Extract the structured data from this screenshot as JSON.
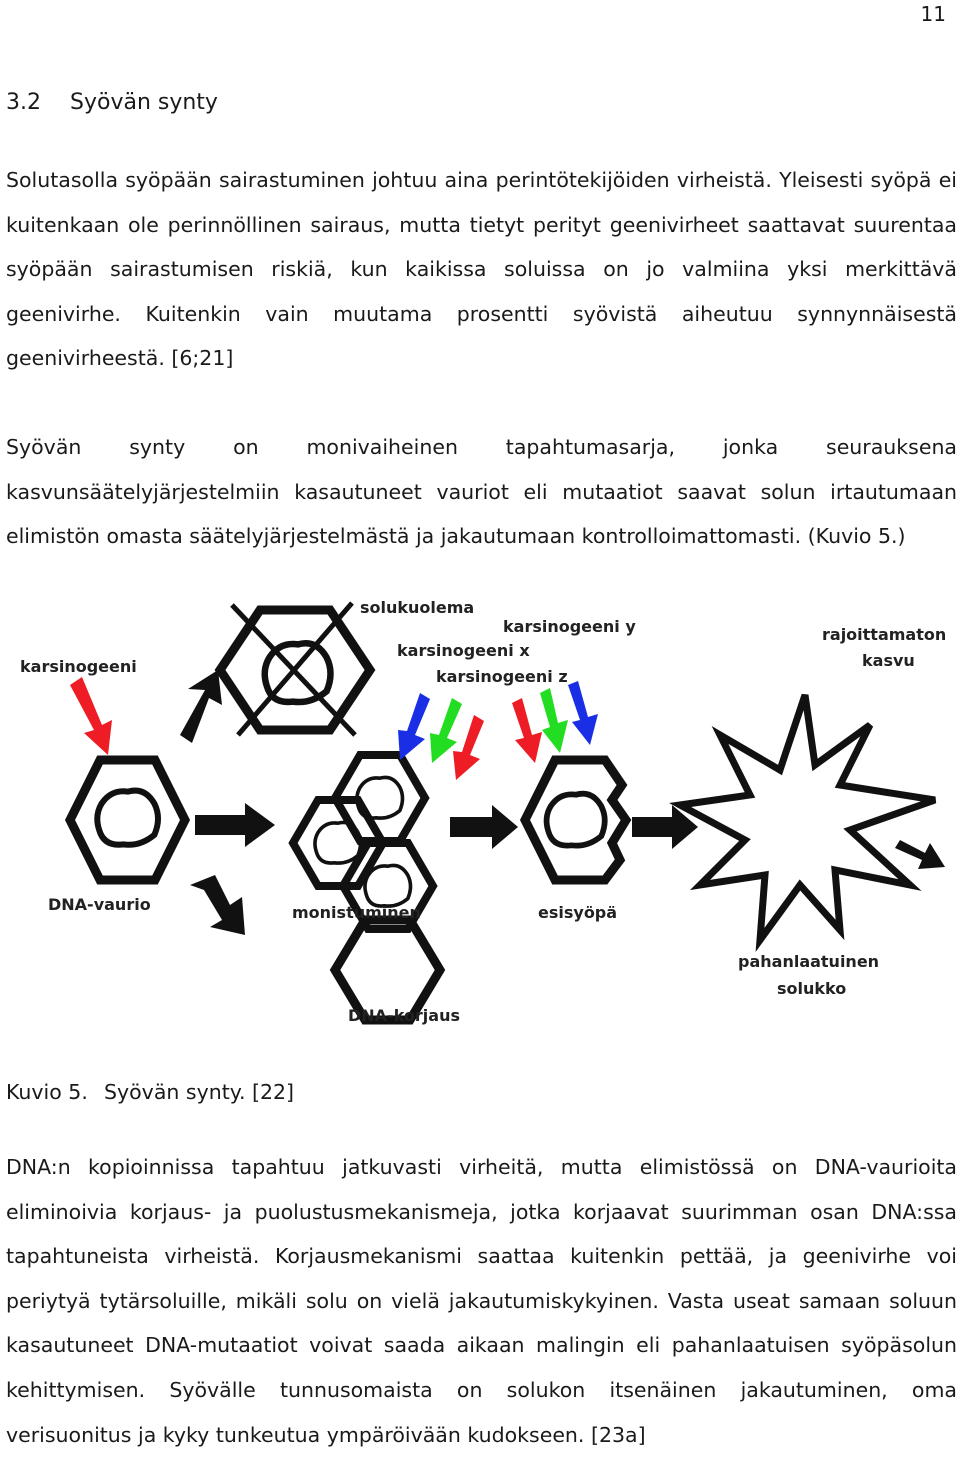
{
  "page_number": "11",
  "section": {
    "number": "3.2",
    "title": "Syövän synty"
  },
  "paragraphs": [
    "Solutasolla syöpään sairastuminen johtuu aina perintötekijöiden virheistä. Yleisesti syöpä ei kuitenkaan ole perinnöllinen sairaus, mutta tietyt perityt geenivirheet saattavat suurentaa syöpään sairastumisen riskiä, kun kaikissa soluissa on jo valmiina yksi merkittävä geenivirhe. Kuitenkin vain muutama prosentti syövistä aiheutuu synnynnäisestä geenivirheestä. [6;21]",
    "Syövän synty on monivaiheinen tapahtumasarja, jonka seurauksena kasvunsäätelyjärjestelmiin kasautuneet vauriot eli mutaatiot saavat solun irtautumaan elimistön omasta säätelyjärjestelmästä ja jakautumaan kontrolloimattomasti. (Kuvio 5.)",
    "DNA:n kopioinnissa tapahtuu jatkuvasti virheitä, mutta elimistössä on DNA-vaurioita eliminoivia korjaus- ja puolustusmekanismeja, jotka korjaavat suurimman osan DNA:ssa tapahtuneista virheistä. Korjausmekanismi saattaa kuitenkin pettää, ja geenivirhe voi periytyä tytärsoluille, mikäli solu on vielä jakautumiskykyinen. Vasta useat samaan soluun kasautuneet DNA-mutaatiot voivat saada aikaan malingin eli pahanlaatuisen syöpäsolun kehittymisen. Syövälle tunnusomaista on solukon itsenäinen jakautuminen, oma verisuonitus ja kyky tunkeutua ympäröivään kudokseen. [23a]"
  ],
  "figure": {
    "labels": {
      "karsinogeeni": "karsinogeeni",
      "solukuolema": "solukuolema",
      "karsinogeeni_y": "karsinogeeni y",
      "karsinogeeni_x": "karsinogeeni x",
      "karsinogeeni_z": "karsinogeeni z",
      "rajoittamaton_1": "rajoittamaton",
      "rajoittamaton_2": "kasvu",
      "dna_vaurio": "DNA-vaurio",
      "monistuminen": "monistuminen",
      "esisyopa": "esisyöpä",
      "pahanlaatuinen_1": "pahanlaatuinen",
      "pahanlaatuinen_2": "solukko",
      "dna_korjaus": "DNA-korjaus"
    },
    "colors": {
      "red": "#ee1c24",
      "blue": "#1a2ee6",
      "green": "#22dd22",
      "black": "#111111"
    }
  },
  "caption": {
    "label": "Kuvio 5.",
    "text": "Syövän synty. [22]"
  }
}
